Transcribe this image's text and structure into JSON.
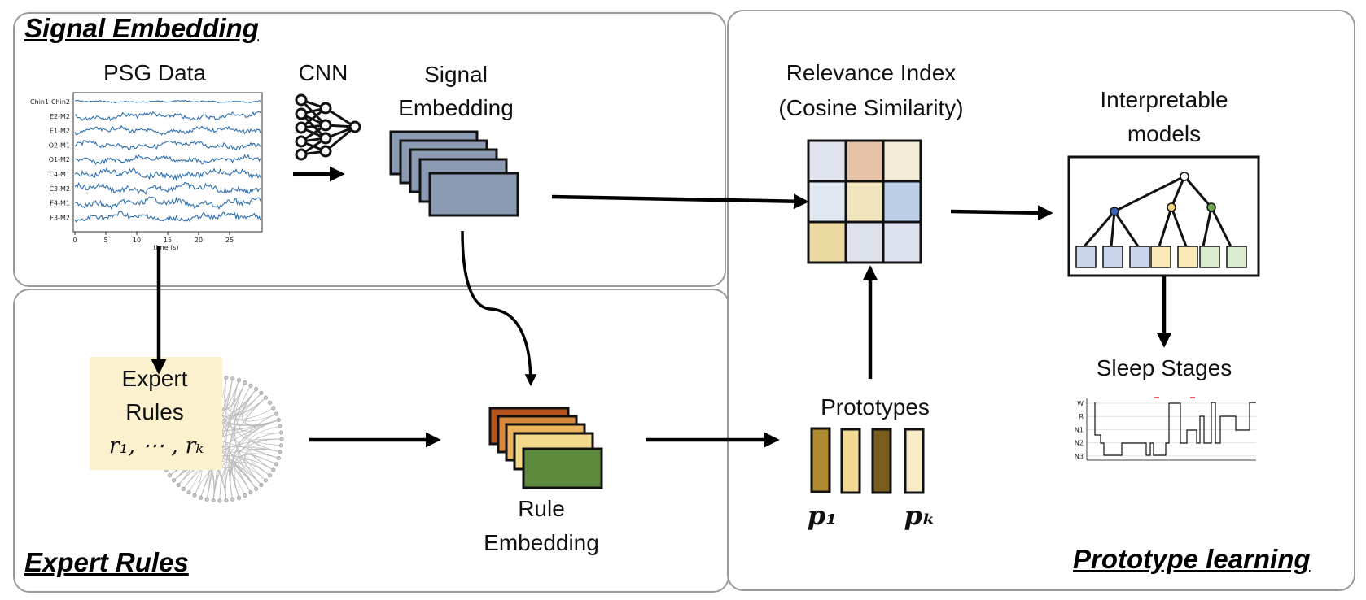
{
  "panels": {
    "signal_embedding": "Signal Embedding",
    "expert_rules": "Expert Rules",
    "prototype_learning": "Prototype learning"
  },
  "labels": {
    "psg_data": "PSG Data",
    "cnn": "CNN",
    "signal_embedding_1": "Signal",
    "signal_embedding_2": "Embedding",
    "relevance_1": "Relevance Index",
    "relevance_2": "(Cosine Similarity)",
    "interp_1": "Interpretable",
    "interp_2": "models",
    "sleep_stages": "Sleep Stages",
    "expert_rules_1": "Expert",
    "expert_rules_2": "Rules",
    "rules_math": "r₁, ⋯ , rₖ",
    "rule_embedding_1": "Rule",
    "rule_embedding_2": "Embedding",
    "prototypes": "Prototypes",
    "p1": "p₁",
    "pk": "pₖ"
  },
  "psg_plot": {
    "channels": [
      "Chin1-Chin2",
      "E2-M2",
      "E1-M2",
      "O2-M1",
      "O1-M2",
      "C4-M1",
      "C3-M2",
      "F4-M1",
      "F3-M2"
    ],
    "x_ticks": [
      "0",
      "5",
      "10",
      "15",
      "20",
      "25"
    ],
    "x_label": "time (s)",
    "line_color": "#2e6faf"
  },
  "hypnogram": {
    "stages": [
      "W",
      "R",
      "N1",
      "N2",
      "N3"
    ]
  },
  "colors": {
    "signal_block": "#8b9bb4",
    "rule_blocks": [
      "#b5541f",
      "#d9873b",
      "#ecb45c",
      "#f3d98a",
      "#5e8a3e"
    ],
    "prototype_bars": [
      "#b08a2e",
      "#f1d992",
      "#7a5c1d",
      "#f8ecc6"
    ],
    "relevance_grid": [
      "#dfe4ee",
      "#e6c3a8",
      "#f2ebd5",
      "#e2e8f2",
      "#f0e4bd",
      "#bccfe6",
      "#ecd9a2",
      "#dde1ea",
      "#dde3ee"
    ],
    "leaf_boxes": [
      "#c8d5ec",
      "#c8d5ec",
      "#c8d5ec",
      "#fbeab8",
      "#fbeab8",
      "#d9ecd0",
      "#d9ecd0"
    ],
    "node_colors": [
      "#ffffff",
      "#3a63b5",
      "#f2cf7a",
      "#6aa84f"
    ],
    "expert_box": "#fcf1ce"
  }
}
